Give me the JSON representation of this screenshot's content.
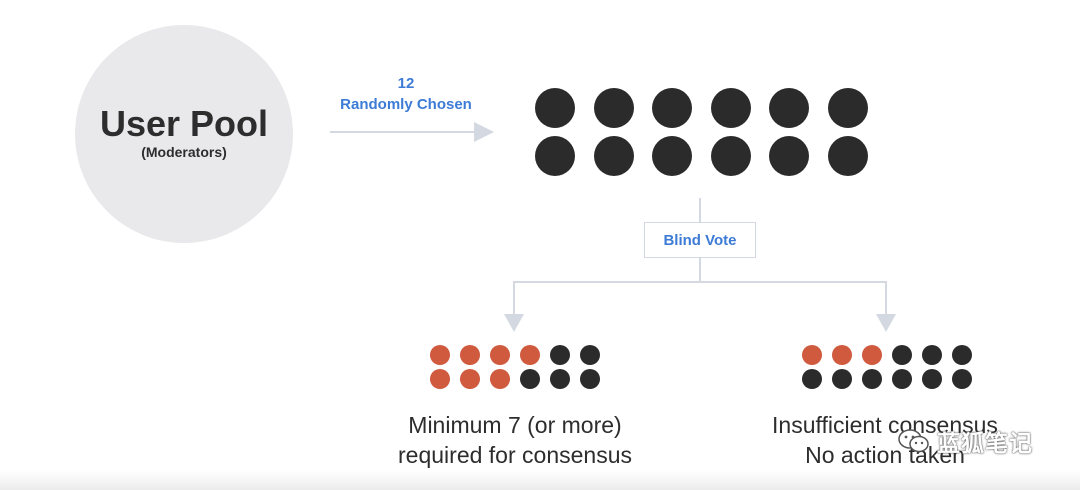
{
  "user_pool": {
    "title": "User Pool",
    "subtitle": "(Moderators)"
  },
  "selection": {
    "count": "12",
    "label": "Randomly Chosen"
  },
  "vote": {
    "label": "Blind Vote"
  },
  "outcomes": [
    {
      "line1": "Minimum 7 (or more)",
      "line2": "required for consensus",
      "votes_for": 7,
      "total": 12
    },
    {
      "line1": "Insufficient consensus",
      "line2": "No action taken",
      "votes_for": 3,
      "total": 12
    }
  ],
  "watermark": {
    "text": "蓝狐笔记",
    "icon": "wechat-icon"
  },
  "colors": {
    "moderator": "#2b2b2b",
    "vote_for": "#d05a3e",
    "accent_text": "#3d7bd6",
    "connector": "#d4d9e1",
    "pool_fill": "#e9e9ec"
  }
}
